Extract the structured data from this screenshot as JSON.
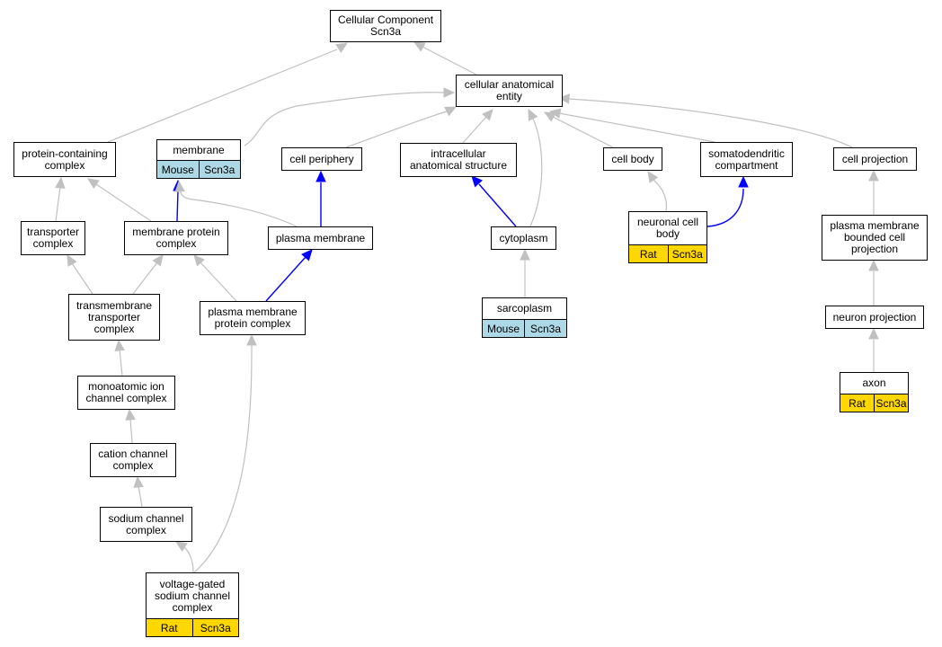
{
  "colors": {
    "edge_gray": "#c0c0c0",
    "edge_blue": "#0000ff",
    "mouse_fill": "#add8e6",
    "rat_fill": "#ffd700"
  },
  "nodes": {
    "root": {
      "label": "Cellular Component\nScn3a"
    },
    "cae": {
      "label": "cellular anatomical\nentity"
    },
    "pcc": {
      "label": "protein-containing\ncomplex"
    },
    "membrane": {
      "label": "membrane",
      "annotation": [
        "Mouse",
        "Scn3a"
      ]
    },
    "cellperiph": {
      "label": "cell periphery"
    },
    "ias": {
      "label": "intracellular\nanatomical structure"
    },
    "cellbody": {
      "label": "cell body"
    },
    "somato": {
      "label": "somatodendritic\ncompartment"
    },
    "cellproj": {
      "label": "cell projection"
    },
    "transporter": {
      "label": "transporter\ncomplex"
    },
    "mpc": {
      "label": "membrane protein\ncomplex"
    },
    "pm": {
      "label": "plasma membrane"
    },
    "cytoplasm": {
      "label": "cytoplasm"
    },
    "ncb": {
      "label": "neuronal cell\nbody",
      "annotation": [
        "Rat",
        "Scn3a"
      ]
    },
    "pmbcp": {
      "label": "plasma membrane\nbounded cell\nprojection"
    },
    "ttc": {
      "label": "transmembrane\ntransporter\ncomplex"
    },
    "pmpc": {
      "label": "plasma membrane\nprotein complex"
    },
    "sarco": {
      "label": "sarcoplasm",
      "annotation": [
        "Mouse",
        "Scn3a"
      ]
    },
    "neuronproj": {
      "label": "neuron projection"
    },
    "micc": {
      "label": "monoatomic ion\nchannel complex"
    },
    "axon": {
      "label": "axon",
      "annotation": [
        "Rat",
        "Scn3a"
      ]
    },
    "ccc": {
      "label": "cation channel\ncomplex"
    },
    "scc": {
      "label": "sodium channel\ncomplex"
    },
    "vgscc": {
      "label": "voltage-gated\nsodium channel\ncomplex",
      "annotation": [
        "Rat",
        "Scn3a"
      ]
    }
  }
}
